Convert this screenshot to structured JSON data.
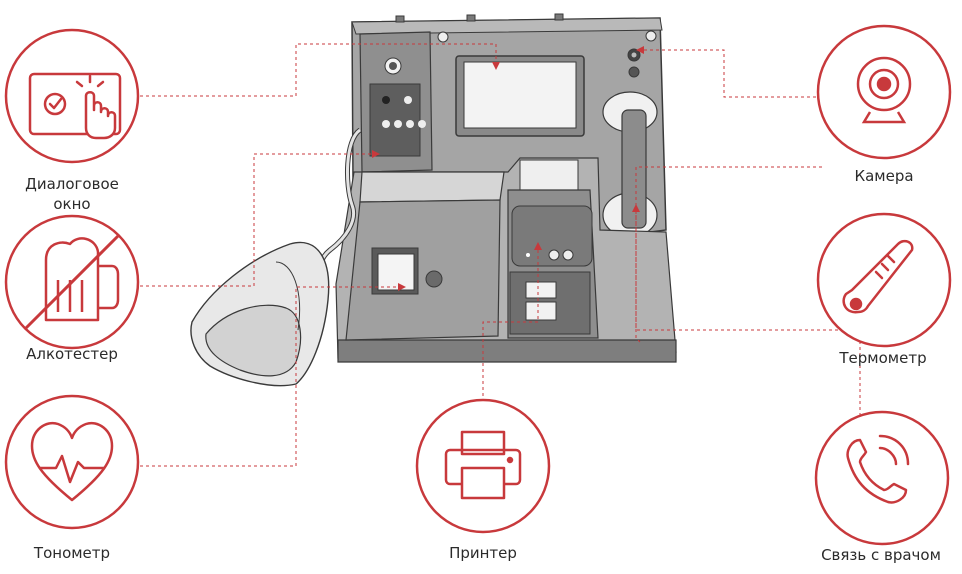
{
  "colors": {
    "accent": "#c8393c",
    "device": "#9a9a9a",
    "device_dark": "#5e5e5e",
    "outline": "#3a3a3a"
  },
  "features": [
    {
      "id": "dialog",
      "label_line1": "Диалоговое",
      "label_line2": "окно",
      "icon": "touch-screen-icon"
    },
    {
      "id": "alco",
      "label_line1": "Алкотестер",
      "icon": "no-alcohol-icon"
    },
    {
      "id": "tonometer",
      "label_line1": "Тонометр",
      "icon": "heartbeat-icon"
    },
    {
      "id": "printer",
      "label_line1": "Принтер",
      "icon": "printer-icon"
    },
    {
      "id": "camera",
      "label_line1": "Камера",
      "icon": "webcam-icon"
    },
    {
      "id": "thermometer",
      "label_line1": "Термометр",
      "icon": "thermometer-icon"
    },
    {
      "id": "doctor",
      "label_line1": "Связь с врачом",
      "icon": "phone-call-icon"
    }
  ]
}
